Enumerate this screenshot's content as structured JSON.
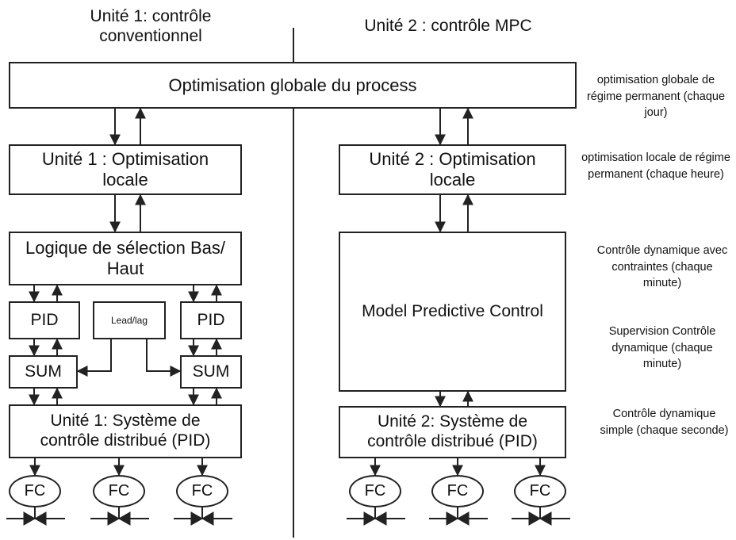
{
  "headers": {
    "unit1": "Unité 1: contrôle conventionnel",
    "unit2": "Unité 2 : contrôle MPC"
  },
  "boxes": {
    "global_opt": "Optimisation globale du process",
    "unit1_opt": "Unité 1 : Optimisation locale",
    "unit2_opt": "Unité 2 : Optimisation locale",
    "selection_logic": "Logique de sélection Bas/ Haut",
    "pid_left": "PID",
    "pid_right": "PID",
    "leadlag": "Lead/lag",
    "sum_left": "SUM",
    "sum_right": "SUM",
    "mpc": "Model Predictive Control",
    "unit1_dcs": "Unité 1: Système de contrôle distribué (PID)",
    "unit2_dcs": "Unité 2: Système de contrôle distribué (PID)"
  },
  "fc_label": "FC",
  "side_labels": {
    "level1": "optimisation globale de régime permanent (chaque jour)",
    "level2": "optimisation locale de régime permanent (chaque heure)",
    "level3": "Contrôle dynamique avec contraintes (chaque minute)",
    "level4": "Supervision Contrôle dynamique (chaque minute)",
    "level5": "Contrôle dynamique simple (chaque seconde)"
  }
}
